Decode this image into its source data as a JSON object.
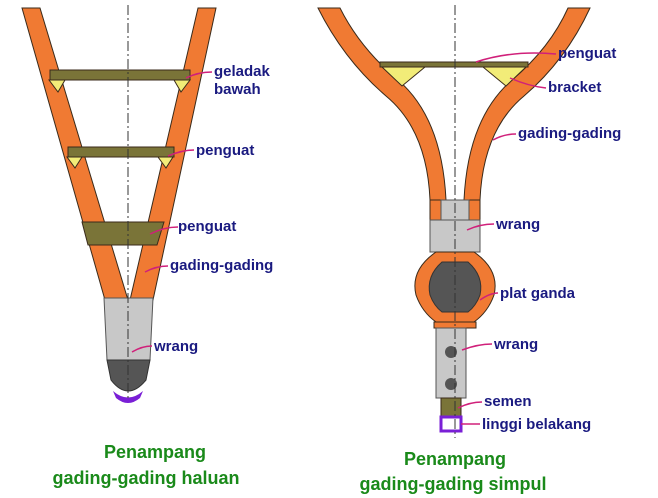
{
  "colors": {
    "frame": "#f07a33",
    "frame_edge": "#3a2a1a",
    "strut": "#7a7438",
    "bracket": "#f2ec78",
    "wrang_gray": "#c8c8c8",
    "keel_dark": "#555555",
    "keel_purple": "#7a1fd6",
    "label": "#1a1a80",
    "leader": "#d0207a",
    "caption": "#1a8a1a",
    "centerline": "#333333"
  },
  "left_diagram": {
    "labels": {
      "geladak_bawah_1": "geladak",
      "geladak_bawah_2": "bawah",
      "penguat_1": "penguat",
      "penguat_2": "penguat",
      "gading_gading": "gading-gading",
      "wrang": "wrang"
    },
    "caption_line1": "Penampang",
    "caption_line2": "gading-gading haluan"
  },
  "right_diagram": {
    "labels": {
      "penguat": "penguat",
      "bracket": "bracket",
      "gading_gading": "gading-gading",
      "wrang_1": "wrang",
      "plat_ganda": "plat ganda",
      "wrang_2": "wrang",
      "semen": "semen",
      "linggi_belakang": "linggi belakang"
    },
    "caption_line1": "Penampang",
    "caption_line2": "gading-gading simpul"
  }
}
